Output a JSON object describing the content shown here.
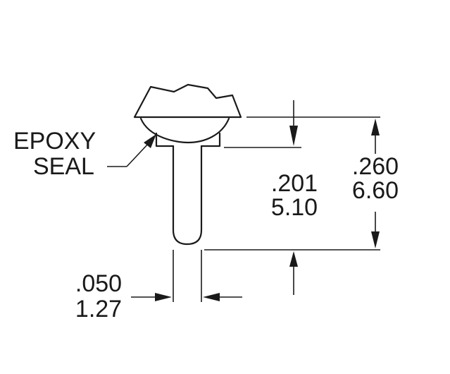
{
  "labels": {
    "epoxy_line1": "EPOXY",
    "epoxy_line2": "SEAL",
    "dim_201_in": ".201",
    "dim_201_mm": "5.10",
    "dim_260_in": ".260",
    "dim_260_mm": "6.60",
    "dim_050_in": ".050",
    "dim_050_mm": "1.27"
  },
  "colors": {
    "line": "#1a1a1a",
    "background": "#ffffff"
  }
}
